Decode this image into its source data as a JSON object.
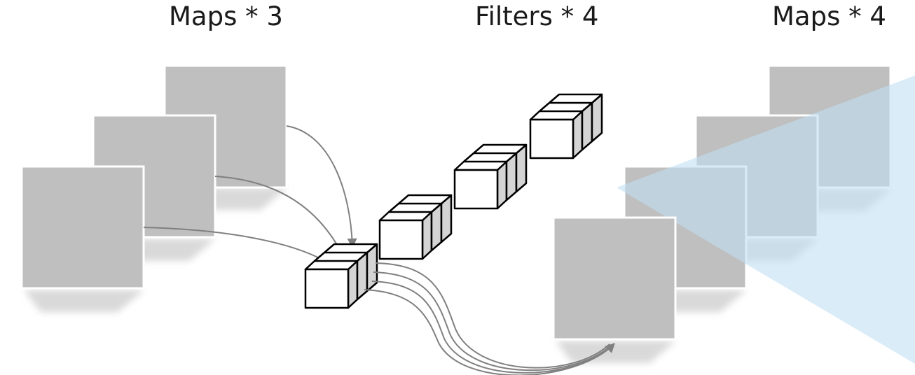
{
  "labels": {
    "input_maps": "Maps * 3",
    "filters": "Filters * 4",
    "output_maps": "Maps * 4"
  },
  "input_maps": {
    "count": 3
  },
  "filters": {
    "count": 4,
    "slices_per_filter": 3
  },
  "output_maps": {
    "count": 4
  },
  "colors": {
    "map_fill": "#bfbfbf",
    "map_border": "#ffffff",
    "map_shadow": "#d9d9d9",
    "cube_face": "#ffffff",
    "cube_side": "#d4d4d4",
    "cube_stroke": "#000000",
    "arrow": "#808080",
    "highlight": "#cfe6f5"
  }
}
